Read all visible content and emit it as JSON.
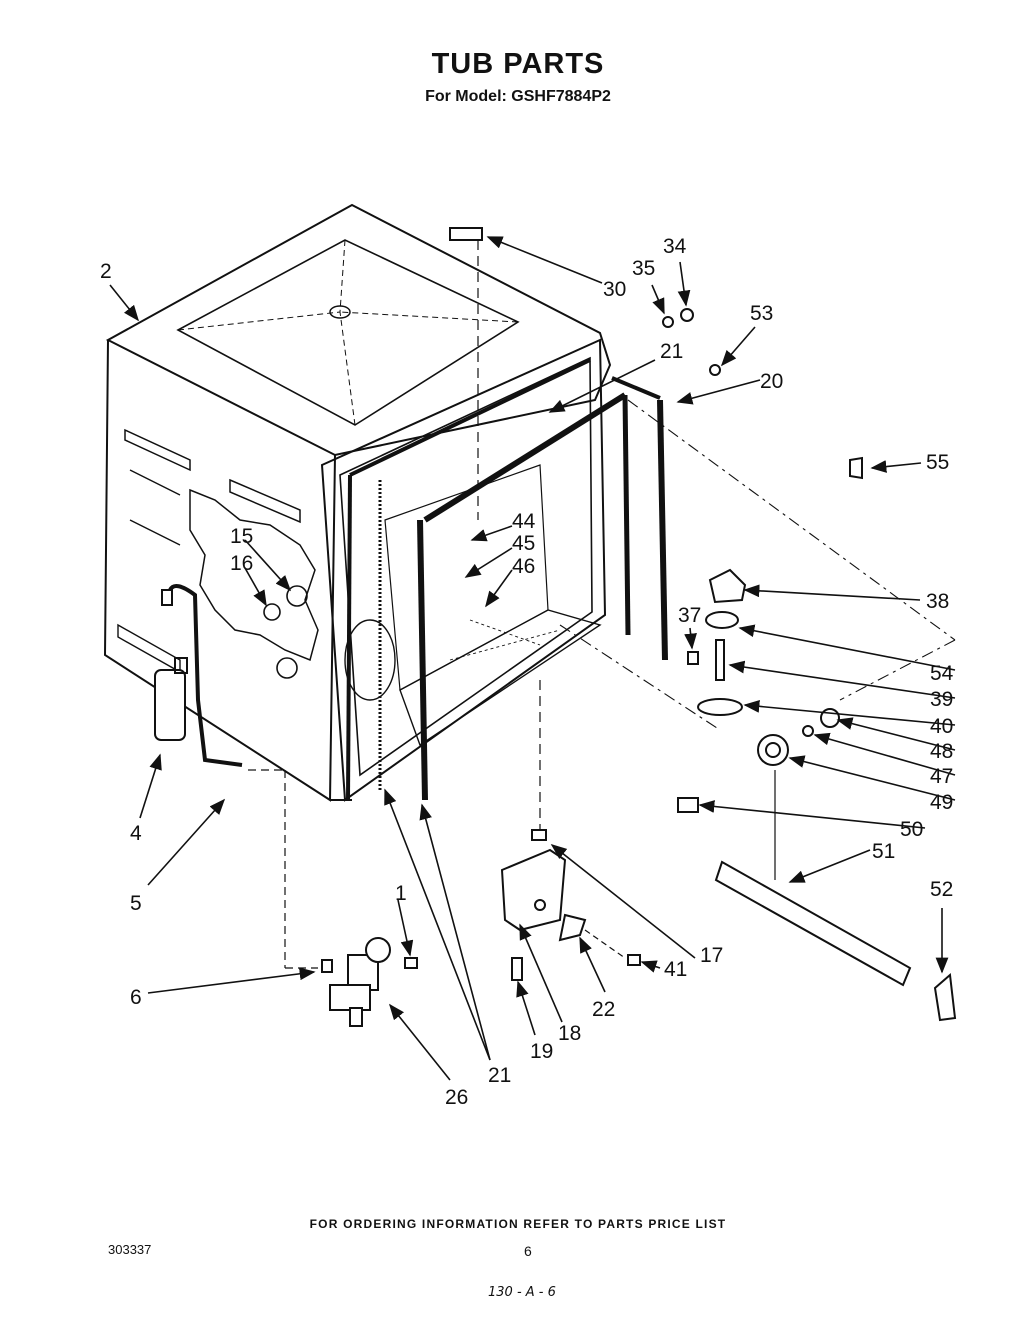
{
  "header": {
    "title": "TUB PARTS",
    "model_line": "For Model: GSHF7884P2"
  },
  "callouts": {
    "c1": "1",
    "c2": "2",
    "c4": "4",
    "c5": "5",
    "c6": "6",
    "c15": "15",
    "c16": "16",
    "c17": "17",
    "c18": "18",
    "c19": "19",
    "c20": "20",
    "c21a": "21",
    "c21b": "21",
    "c22": "22",
    "c26": "26",
    "c30": "30",
    "c34": "34",
    "c35": "35",
    "c37": "37",
    "c38": "38",
    "c39": "39",
    "c40": "40",
    "c41": "41",
    "c44": "44",
    "c45": "45",
    "c46": "46",
    "c47": "47",
    "c48": "48",
    "c49": "49",
    "c50": "50",
    "c51": "51",
    "c52": "52",
    "c53": "53",
    "c54": "54",
    "c55": "55"
  },
  "footer": {
    "ordering_note": "FOR ORDERING INFORMATION REFER TO PARTS PRICE LIST",
    "doc_number": "303337",
    "page_number": "6",
    "handwritten_note": "130 - A - 6"
  }
}
